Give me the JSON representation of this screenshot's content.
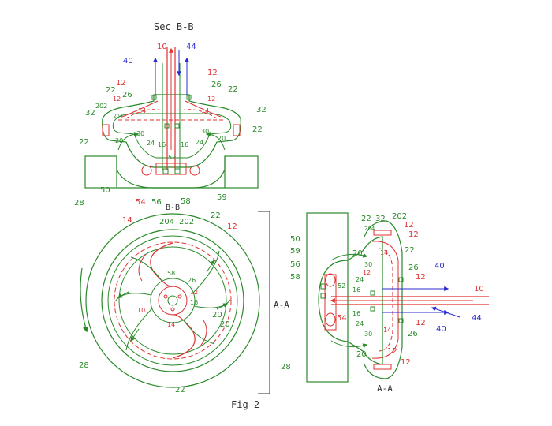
{
  "colors": {
    "green": "#2a8a2a",
    "red": "#e03030",
    "blue": "#2b2bd0",
    "black": "#333333"
  },
  "titles": {
    "sec": "Sec B-B",
    "bb": "B-B",
    "aa_side": "A-A",
    "aa_bottom": "A-A",
    "fig": "Fig 2"
  },
  "labels": {
    "n10": "10",
    "n12": "12",
    "n14": "14",
    "n16": "16",
    "n20": "20",
    "n22": "22",
    "n24": "24",
    "n26": "26",
    "n28": "28",
    "n30": "30",
    "n32": "32",
    "n40": "40",
    "n44": "44",
    "n50": "50",
    "n52": "52",
    "n54": "54",
    "n56": "56",
    "n58": "58",
    "n59": "59",
    "n202": "202",
    "n204": "204"
  }
}
